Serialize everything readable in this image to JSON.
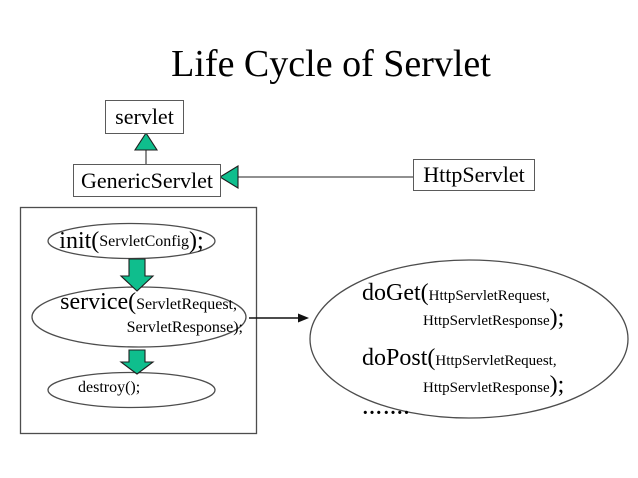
{
  "title": "Life Cycle of Servlet",
  "colors": {
    "accent_green": "#0fbe8d",
    "shape_outline": "#4d4d4d",
    "text": "#000000",
    "background": "#ffffff"
  },
  "classes": {
    "servlet": "servlet",
    "generic_servlet": "GenericServlet",
    "http_servlet": "HttpServlet"
  },
  "lifecycle": {
    "init": {
      "open": "init(",
      "param": "ServletConfig",
      "close": ");"
    },
    "service": {
      "open": "service(",
      "param1": "ServletRequest,",
      "param2": "ServletResponse);"
    },
    "destroy": "destroy();"
  },
  "http_methods": {
    "doGet": {
      "open": "doGet(",
      "param1": "HttpServletRequest,",
      "param2": "HttpServletResponse",
      "close": ");"
    },
    "doPost": {
      "open": "doPost(",
      "param1": "HttpServletRequest,",
      "param2": "HttpServletResponse",
      "close": ");"
    },
    "ellipsis": "……."
  },
  "icons": {
    "inheritance_arrow_up": "hollow-triangle-up-green",
    "inheritance_arrow_left": "hollow-triangle-left-green",
    "flow_arrow_down": "block-arrow-down-green",
    "flow_arrow_right": "thin-arrow-right-black"
  }
}
